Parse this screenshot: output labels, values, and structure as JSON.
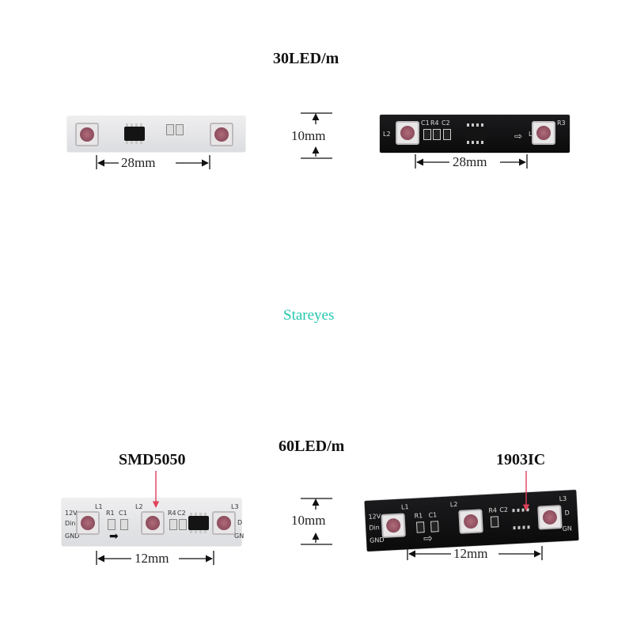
{
  "sections": {
    "top_title": "30LED/m",
    "bottom_title": "60LED/m"
  },
  "watermark": "Stareyes",
  "dimensions": {
    "top_left_pitch": "28mm",
    "top_right_pitch": "28mm",
    "top_width": "10mm",
    "bottom_left_pitch": "12mm",
    "bottom_right_pitch": "12mm",
    "bottom_width": "10mm"
  },
  "callouts": {
    "led_type": "SMD5050",
    "ic_type": "1903IC"
  },
  "silkscreen": {
    "l1": "L1",
    "l2": "L2",
    "l3": "L3",
    "c1": "C1",
    "c2": "C2",
    "r1": "R1",
    "r3": "R3",
    "r4": "R4",
    "v12": "12V",
    "din": "Din",
    "gnd": "GND",
    "d": "D",
    "gn": "GN"
  },
  "colors": {
    "watermark": "#22c7b0",
    "callout_arrow": "#e0405a"
  }
}
